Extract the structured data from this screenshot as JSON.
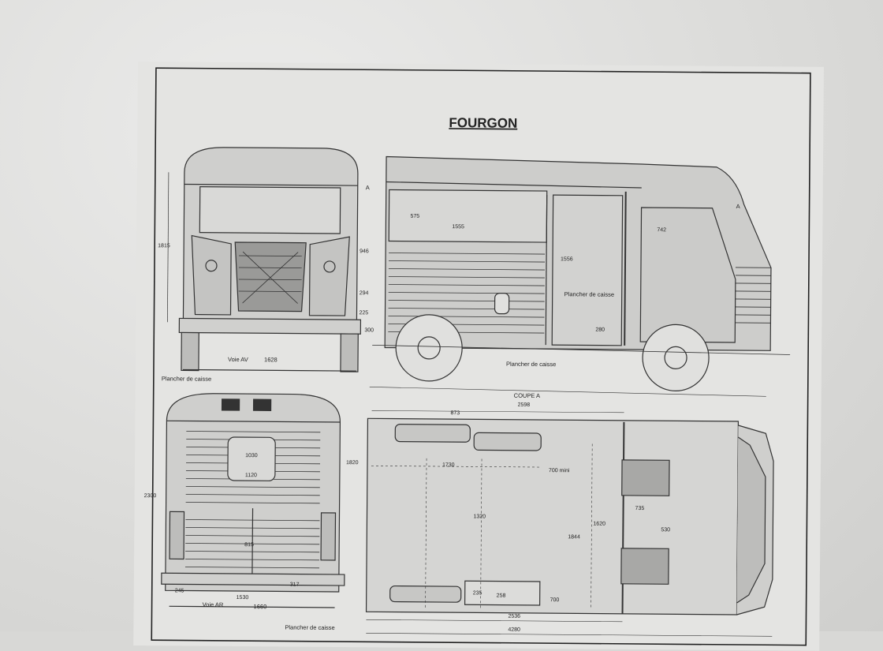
{
  "title": "FOURGON",
  "section_markers": {
    "left": "A",
    "right": "A"
  },
  "front_view": {
    "height_label": "1815",
    "track_label": "Voie AV",
    "track_value": "1628",
    "floor_label": "Plancher de caisse"
  },
  "side_view": {
    "dims": {
      "window_height": "575",
      "door_width": "1555",
      "cab_width": "742",
      "body_height": "1556",
      "overall": "946",
      "d294": "294",
      "d225": "225",
      "d300": "300",
      "d280": "280"
    },
    "floor_label_inner": "Plancher de caisse",
    "floor_label_bottom": "Plancher de caisse"
  },
  "rear_view": {
    "height_label": "2300",
    "side_label": "1820",
    "door_w": "1030",
    "door_h": "1120",
    "d815": "815",
    "d317": "317",
    "d245": "245",
    "d1530": "1530",
    "track_label": "Voie AR",
    "track_value": "1660",
    "floor_label": "Plancher de caisse"
  },
  "plan_view": {
    "section_label": "COUPE A",
    "overall_width": "2598",
    "d873": "873",
    "d1730": "1730",
    "d700mini": "700 mini",
    "d1320": "1320",
    "d1844": "1844",
    "d1620": "1620",
    "d735": "735",
    "d530": "530",
    "d235": "235",
    "d258": "258",
    "d700": "700",
    "d2536": "2536",
    "d4280": "4280"
  }
}
